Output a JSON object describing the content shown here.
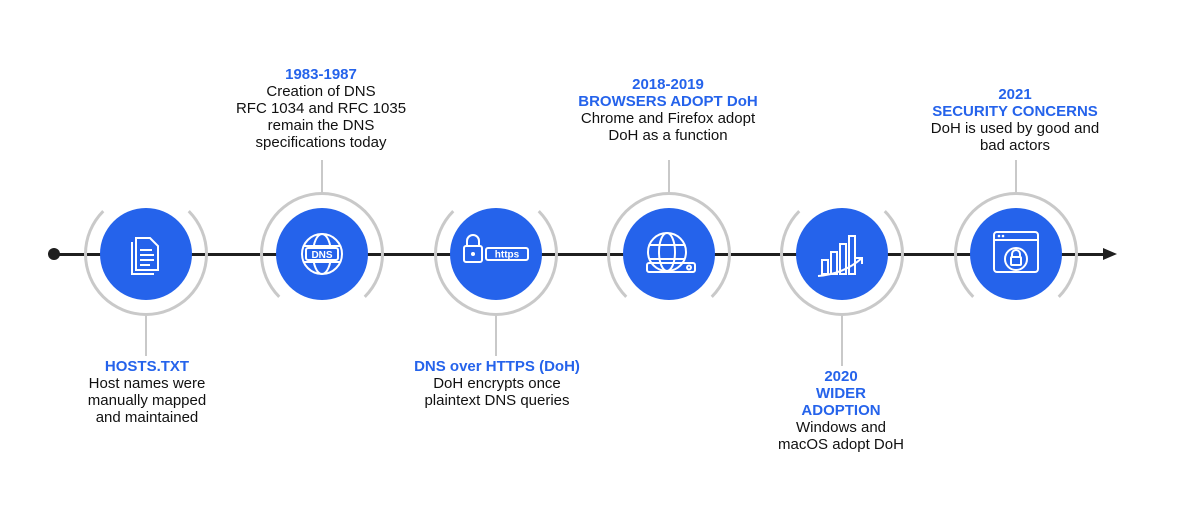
{
  "events": [
    {
      "year": "",
      "title": "HOSTS.TXT",
      "desc": "Host names were\nmanually mapped\nand maintained",
      "icon": "document-icon",
      "side": "below"
    },
    {
      "year": "1983-1987",
      "title": "",
      "desc": "Creation of DNS\nRFC 1034 and RFC 1035\nremain the DNS\nspecifications today",
      "icon": "dns-globe-icon",
      "side": "above"
    },
    {
      "year": "",
      "title": "DNS over HTTPS (DoH)",
      "desc": "DoH encrypts once\nplaintext DNS queries",
      "icon": "lock-https-icon",
      "side": "below"
    },
    {
      "year": "2018-2019",
      "title": "BROWSERS ADOPT DoH",
      "desc": "Chrome and Firefox adopt\nDoH as a function",
      "icon": "browser-globe-icon",
      "side": "above"
    },
    {
      "year": "2020",
      "title": "WIDER\nADOPTION",
      "desc": "Windows and\nmacOS adopt DoH",
      "icon": "growth-chart-icon",
      "side": "below"
    },
    {
      "year": "2021",
      "title": "SECURITY CONCERNS",
      "desc": "DoH is used by good and\nbad actors",
      "icon": "secure-window-icon",
      "side": "above"
    }
  ],
  "colors": {
    "accent": "#2563eb",
    "ring": "#c9c9c9",
    "line": "#1f1f1f",
    "text": "#111111"
  }
}
